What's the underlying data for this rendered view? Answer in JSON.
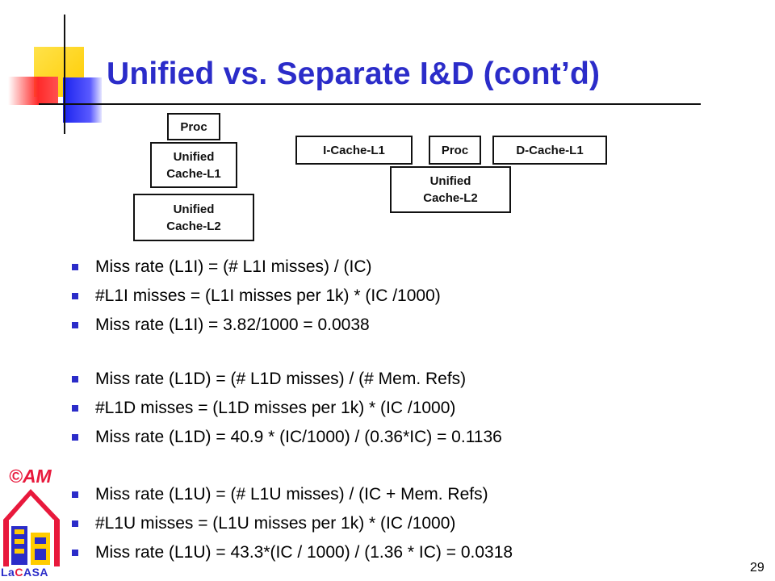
{
  "slide": {
    "title": "Unified vs. Separate I&D (cont’d)",
    "page_number": "29"
  },
  "diagram_unified": {
    "proc": "Proc",
    "l1": "Unified\nCache-L1",
    "l2": "Unified\nCache-L2"
  },
  "diagram_separate": {
    "icache": "I-Cache-L1",
    "proc": "Proc",
    "dcache": "D-Cache-L1",
    "l2": "Unified\nCache-L2"
  },
  "bullets": [
    "Miss rate (L1I) = (# L1I misses) / (IC)",
    "#L1I misses = (L1I misses per 1k) * (IC /1000)",
    "Miss rate (L1I) = 3.82/1000 = 0.0038",
    "Miss rate (L1D) = (# L1D misses) / (# Mem. Refs)",
    "#L1D misses = (L1D misses per 1k) * (IC /1000)",
    "Miss rate (L1D) = 40.9 * (IC/1000) / (0.36*IC) = 0.1136",
    "Miss rate (L1U) = (# L1U misses) / (IC + Mem. Refs)",
    "#L1U misses = (L1U misses per 1k) * (IC /1000)",
    "Miss rate (L1U) = 43.3*(IC / 1000) / (1.36 * IC) = 0.0318"
  ],
  "logo": {
    "am": "©AM",
    "name_prefix": "La",
    "name_highlight": "C",
    "name_mid": "A",
    "name_suffix": "SA"
  },
  "colors": {
    "title": "#2b2cc9",
    "bullet": "#2b2cc9",
    "accent_red": "#e8193c",
    "accent_yellow": "#ffcc00"
  }
}
